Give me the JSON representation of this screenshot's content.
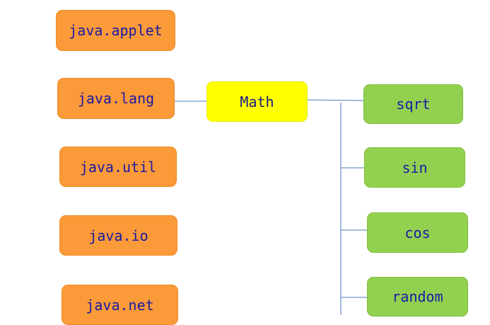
{
  "packages": [
    {
      "label": "java.applet",
      "color": "#fb9a38"
    },
    {
      "label": "java.lang",
      "color": "#fb9a38"
    },
    {
      "label": "java.util",
      "color": "#fb9a38"
    },
    {
      "label": "java.io",
      "color": "#fb9a38"
    },
    {
      "label": "java.net",
      "color": "#fb9a38"
    }
  ],
  "class_node": {
    "label": "Math",
    "color": "#ffff00"
  },
  "methods": [
    {
      "label": "sqrt",
      "color": "#92d050"
    },
    {
      "label": "sin",
      "color": "#92d050"
    },
    {
      "label": "cos",
      "color": "#92d050"
    },
    {
      "label": "random",
      "color": "#92d050"
    }
  ],
  "text_color": "#1a1aa6",
  "connector_color": "#4a7ebb"
}
